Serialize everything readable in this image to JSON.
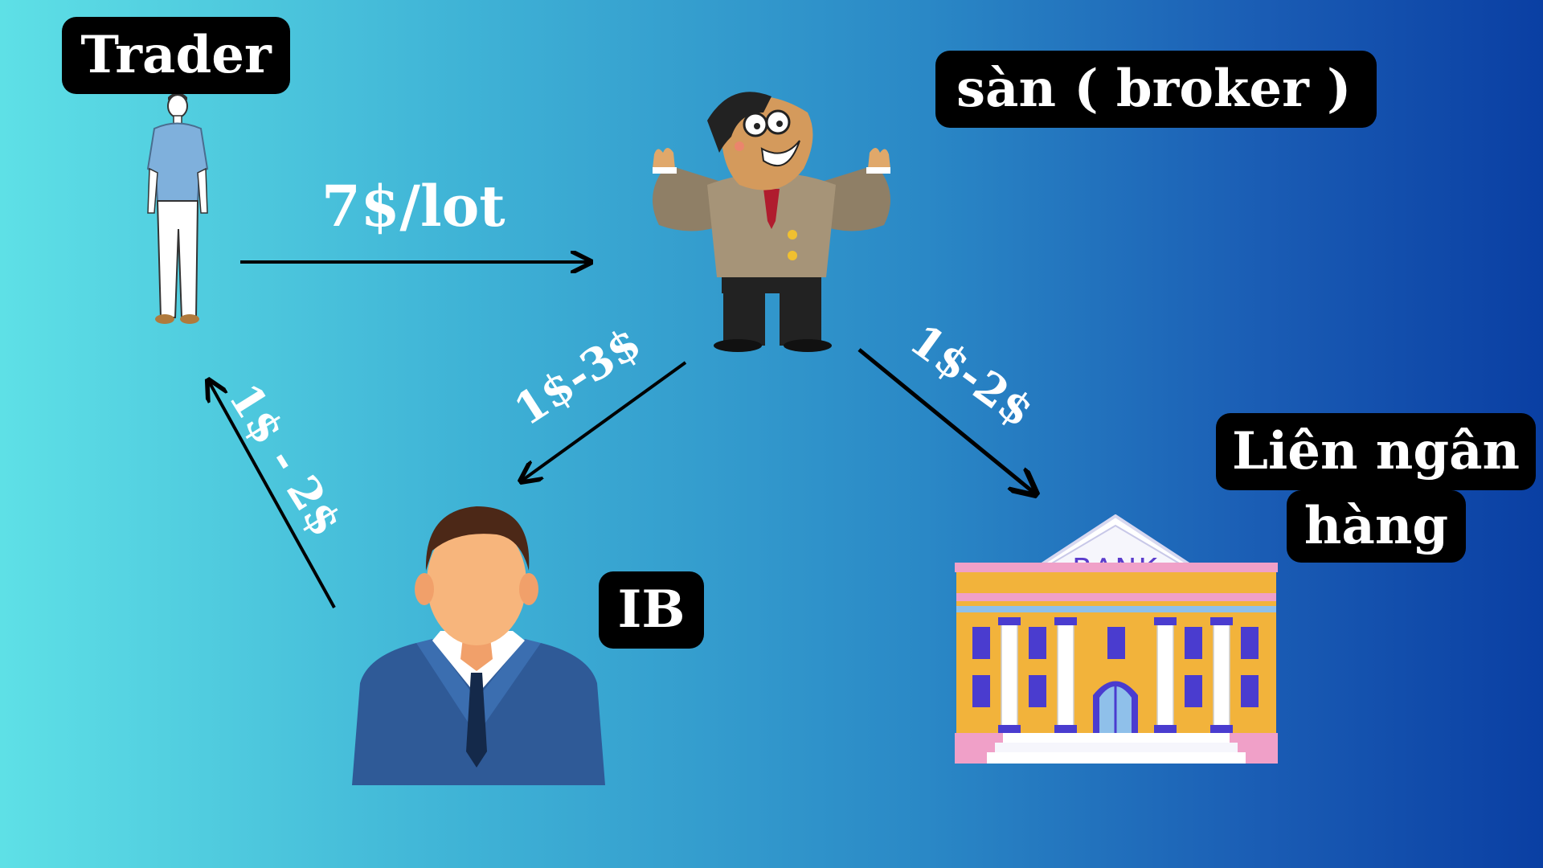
{
  "nodes": {
    "trader": "Trader",
    "broker": "sàn ( broker )",
    "ib": "IB",
    "interbank_line1": "Liên ngân",
    "interbank_line2": "hàng"
  },
  "flows": {
    "trader_to_broker": "7$/lot",
    "broker_to_ib": "1$-3$",
    "broker_to_bank": "1$-2$",
    "ib_to_trader": "1$ - 2$"
  },
  "bank_sign": "BANK",
  "colors": {
    "label_bg": "#000000",
    "label_text": "#ffffff",
    "arrow": "#000000",
    "bg_start": "#5ee0e6",
    "bg_end": "#0a3fa3"
  }
}
